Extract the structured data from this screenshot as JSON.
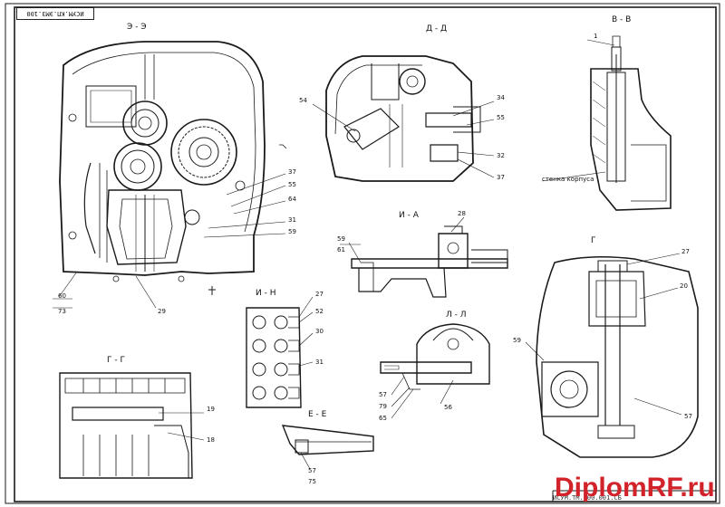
{
  "sheet": {
    "stamp_code": "ИСУМ.КП.ЭМЗ.100",
    "watermark": "DiplomRF.ru",
    "bottom_stamp": "ИСУМ.ТМ.100.001.СБ"
  },
  "views": {
    "main_view": "Э - Э",
    "view_a": "Д - Д",
    "view_b": "В - В",
    "view_i": "И - А",
    "view_m": "И - Н",
    "view_l": "Л - Л",
    "view_g": "Г - Г",
    "view_e": "Е - Е",
    "view_right": "Г"
  },
  "callouts": {
    "main": [
      "37",
      "55",
      "64",
      "31",
      "59",
      "60",
      "73",
      "29"
    ],
    "view_a": [
      "54",
      "34",
      "55",
      "32",
      "37"
    ],
    "view_b": [
      "1"
    ],
    "view_b_note": "стенка корпуса",
    "view_i": [
      "59",
      "61",
      "28"
    ],
    "view_m": [
      "27",
      "52",
      "30",
      "31"
    ],
    "view_l": [
      "57",
      "79",
      "65",
      "56"
    ],
    "view_g": [
      "19",
      "18"
    ],
    "view_e": [
      "57",
      "75"
    ],
    "view_right": [
      "27",
      "20",
      "59",
      "57"
    ]
  },
  "colors": {
    "line": "#1a1a1a",
    "watermark": "#d2232a"
  }
}
